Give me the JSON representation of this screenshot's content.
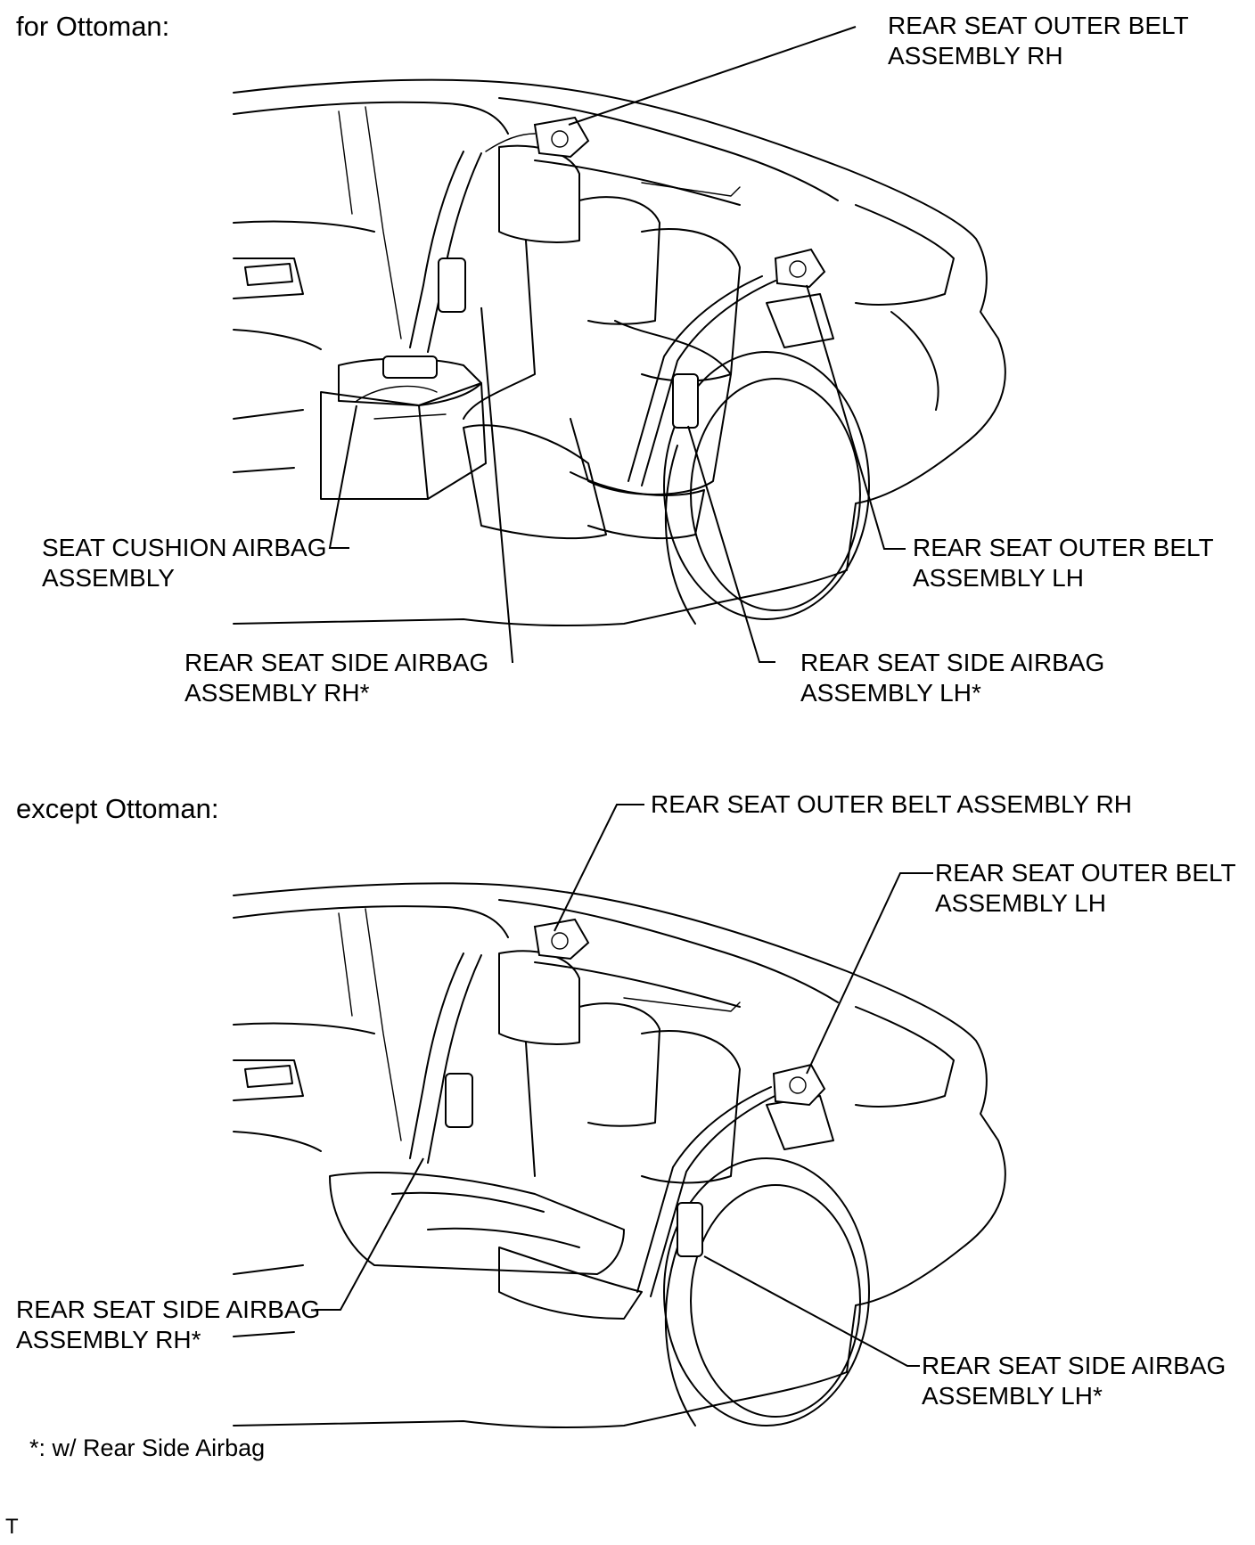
{
  "section_top": {
    "title": "for Ottoman:",
    "labels": {
      "outer_belt_rh": [
        "REAR SEAT OUTER BELT",
        "ASSEMBLY RH"
      ],
      "seat_cushion_airbag": [
        "SEAT CUSHION AIRBAG",
        "ASSEMBLY"
      ],
      "outer_belt_lh": [
        "REAR SEAT OUTER BELT",
        "ASSEMBLY LH"
      ],
      "side_airbag_rh": [
        "REAR SEAT SIDE AIRBAG",
        "ASSEMBLY RH*"
      ],
      "side_airbag_lh": [
        "REAR SEAT SIDE AIRBAG",
        "ASSEMBLY LH*"
      ]
    }
  },
  "section_bottom": {
    "title": "except Ottoman:",
    "labels": {
      "outer_belt_rh": [
        "REAR SEAT OUTER BELT ASSEMBLY RH"
      ],
      "outer_belt_lh": [
        "REAR SEAT OUTER BELT",
        "ASSEMBLY LH"
      ],
      "side_airbag_rh": [
        "REAR SEAT SIDE AIRBAG",
        "ASSEMBLY RH*"
      ],
      "side_airbag_lh": [
        "REAR SEAT SIDE AIRBAG",
        "ASSEMBLY LH*"
      ]
    }
  },
  "footnote": "*: w/ Rear Side Airbag",
  "corner_mark": "T"
}
